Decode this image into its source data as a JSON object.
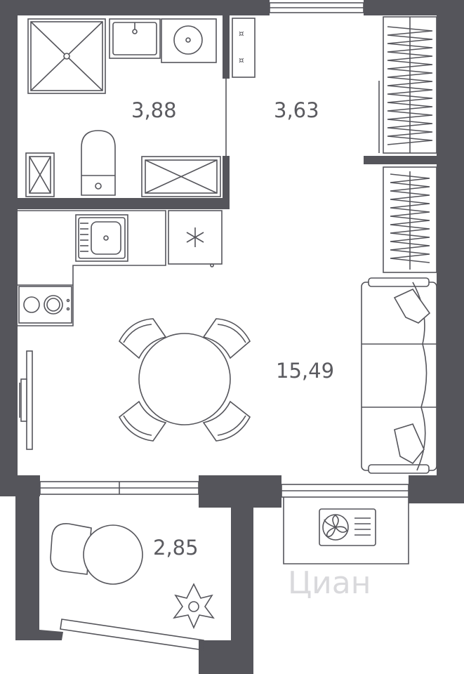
{
  "rooms": {
    "bathroom": {
      "area": "3,88"
    },
    "hallway": {
      "area": "3,63"
    },
    "living": {
      "area": "15,49"
    },
    "balcony": {
      "area": "2,85"
    }
  },
  "watermark": {
    "text": "Циан"
  },
  "colors": {
    "wall": "#55555b",
    "line": "#55555b",
    "label": "#5b5b60",
    "background": "#ffffff",
    "watermark": "#d9d9dc"
  },
  "icons": [
    "shower-icon",
    "sink-icon",
    "toilet-icon",
    "washer-icon",
    "stove-icon",
    "fridge-snowflake-icon",
    "table-icon",
    "chair-icon",
    "sofa-icon",
    "wardrobe-icon",
    "armchair-icon",
    "plant-icon",
    "ac-unit-icon",
    "tv-icon"
  ]
}
